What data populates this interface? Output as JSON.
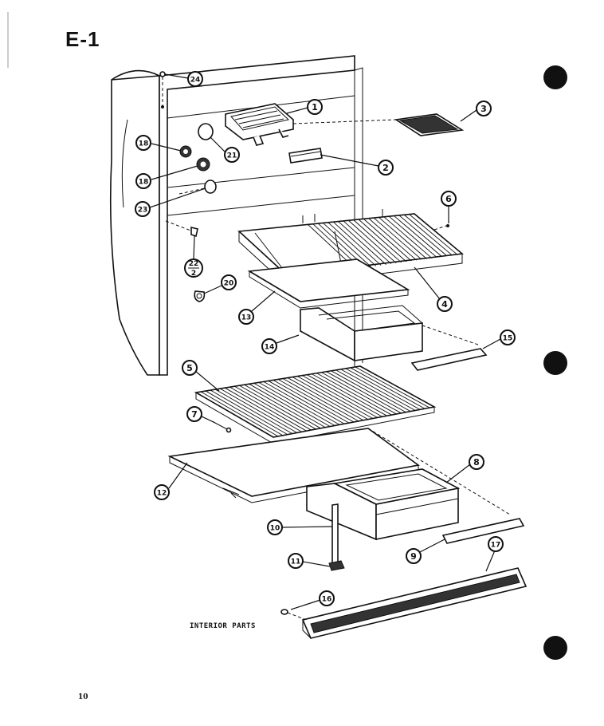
{
  "header": {
    "section": "E-1"
  },
  "caption": "INTERIOR PARTS",
  "page_number": "10",
  "callouts": [
    {
      "id": "c1",
      "label": "1"
    },
    {
      "id": "c2",
      "label": "2"
    },
    {
      "id": "c3",
      "label": "3"
    },
    {
      "id": "c4",
      "label": "4"
    },
    {
      "id": "c5",
      "label": "5"
    },
    {
      "id": "c6",
      "label": "6"
    },
    {
      "id": "c7",
      "label": "7"
    },
    {
      "id": "c8",
      "label": "8"
    },
    {
      "id": "c9",
      "label": "9"
    },
    {
      "id": "c10",
      "label": "10"
    },
    {
      "id": "c11",
      "label": "11"
    },
    {
      "id": "c12",
      "label": "12"
    },
    {
      "id": "c13",
      "label": "13"
    },
    {
      "id": "c14",
      "label": "14"
    },
    {
      "id": "c15",
      "label": "15"
    },
    {
      "id": "c16",
      "label": "16"
    },
    {
      "id": "c17",
      "label": "17"
    },
    {
      "id": "c18a",
      "label": "18"
    },
    {
      "id": "c18b",
      "label": "18"
    },
    {
      "id": "c20",
      "label": "20"
    },
    {
      "id": "c21",
      "label": "21"
    },
    {
      "id": "c22",
      "label": "22",
      "sub": "2"
    },
    {
      "id": "c23",
      "label": "23"
    },
    {
      "id": "c24",
      "label": "24"
    }
  ],
  "colors": {
    "ink": "#111111",
    "paper": "#ffffff"
  }
}
